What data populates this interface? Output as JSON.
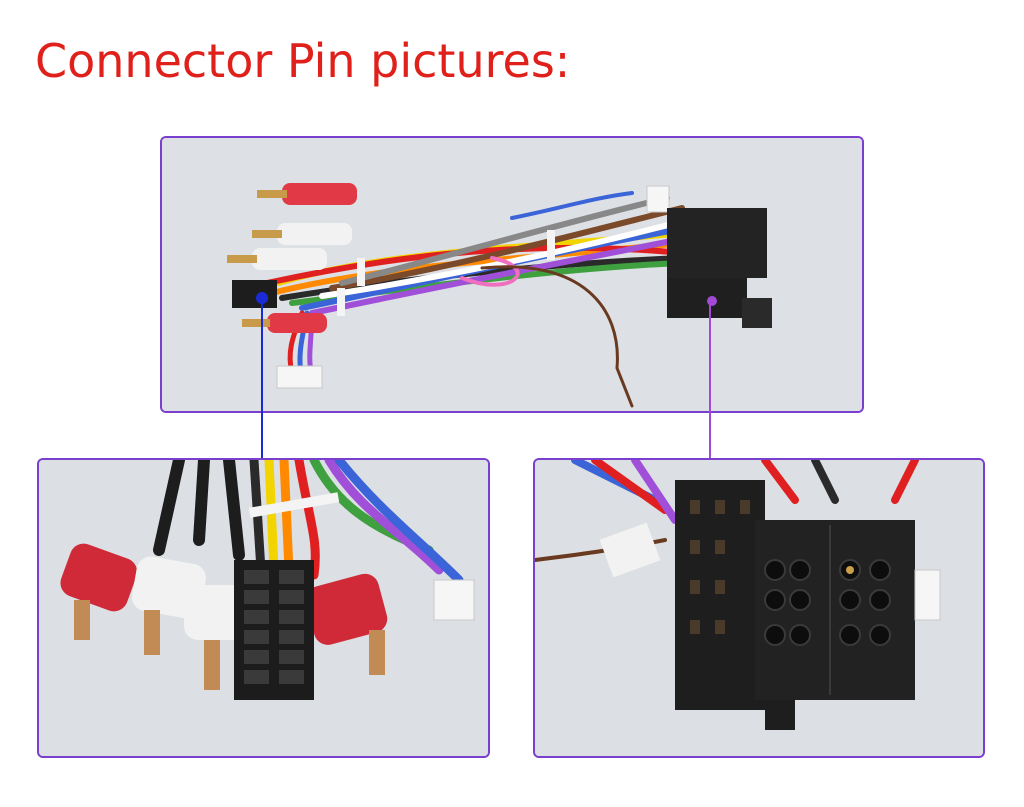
{
  "page": {
    "title": "Connector Pin pictures:"
  },
  "colors": {
    "title": "#e0201a",
    "frame_border": "#7a3fcf",
    "pointer_blue": "#1a2bd6",
    "pointer_purple": "#a24ad6",
    "photo_background": "#dcdfe3"
  },
  "photos": [
    {
      "name": "harness-overview-photo"
    },
    {
      "name": "rca-and-16pin-connector-closeup"
    },
    {
      "name": "iso-connector-closeup"
    }
  ]
}
